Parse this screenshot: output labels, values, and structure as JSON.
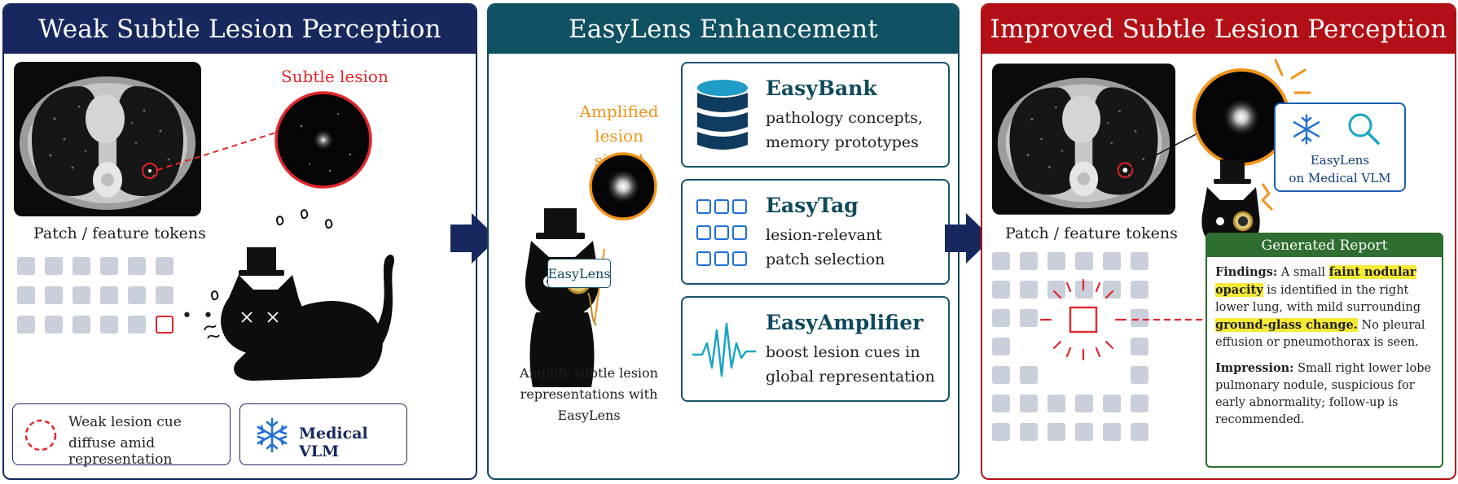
{
  "panels": {
    "weak": {
      "title": "Weak Subtle Lesion Perception",
      "subtle_lesion_label": "Subtle lesion",
      "tokens_label": "Patch / feature tokens",
      "legend": {
        "cue_line1": "Weak lesion cue",
        "cue_line2": "diffuse amid representation",
        "vlm_label": "Medical VLM"
      }
    },
    "enhance": {
      "title": "EasyLens Enhancement",
      "amplified_line1": "Amplified",
      "amplified_line2": "lesion signal",
      "monocle_tag": "EasyLens",
      "caption_line1": "Amplify subtle lesion",
      "caption_line2": "representations with EasyLens",
      "modules": [
        {
          "name": "EasyBank",
          "desc1": "pathology concepts,",
          "desc2": "memory prototypes",
          "icon": "database-icon"
        },
        {
          "name": "EasyTag",
          "desc1": "lesion-relevant",
          "desc2": "patch selection",
          "icon": "patch-grid-icon"
        },
        {
          "name": "EasyAmplifier",
          "desc1": "boost lesion cues in",
          "desc2": "global representation",
          "icon": "waveform-icon"
        }
      ]
    },
    "improved": {
      "title": "Improved Subtle Lesion Perception",
      "tokens_label": "Patch / feature tokens",
      "easylens_line1": "EasyLens",
      "easylens_line2": "on Medical VLM",
      "report": {
        "heading": "Generated Report",
        "findings_label": "Findings:",
        "findings_a": " A small ",
        "findings_hl1": "faint nodular opacity",
        "findings_b": " is identified in the right lower lung, with mild surrounding ",
        "findings_hl2": "ground-glass change.",
        "findings_c": " No pleural effusion or pneumothorax is seen.",
        "impression_label": "Impression:",
        "impression_text": " Small right lower lobe pulmonary nodule, suspicious for early abnormality; follow-up is recommended."
      }
    }
  },
  "colors": {
    "navy": "#16285e",
    "teal": "#0f5062",
    "red": "#b30f16",
    "lesion_red": "#e2262b",
    "amber": "#f0931a",
    "icon_blue": "#1f6fd6",
    "report_green": "#2f6e31",
    "highlight": "#f6ea37"
  }
}
